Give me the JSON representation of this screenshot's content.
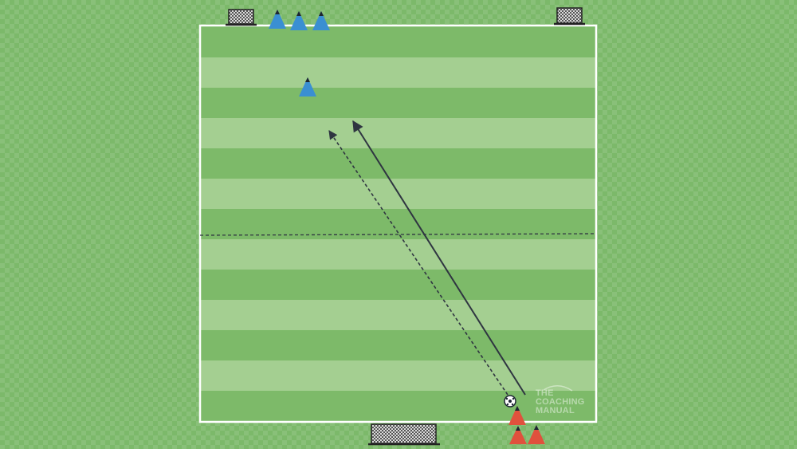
{
  "watermark": {
    "line1": "THE",
    "line2": "COACHING",
    "line3": "MANUAL"
  },
  "colors": {
    "stripe_dark": "#7dba69",
    "stripe_light": "#a4cf91",
    "line": "#ffffff",
    "arrow": "#2f3541",
    "blue_cone": "#3a8fd2",
    "red_cone": "#e0513d"
  },
  "objects": {
    "goals": [
      "small-goal-top-left",
      "small-goal-top-right",
      "large-goal-bottom"
    ],
    "blue_cones": 4,
    "red_cones": 3,
    "ball": "soccer-ball"
  }
}
